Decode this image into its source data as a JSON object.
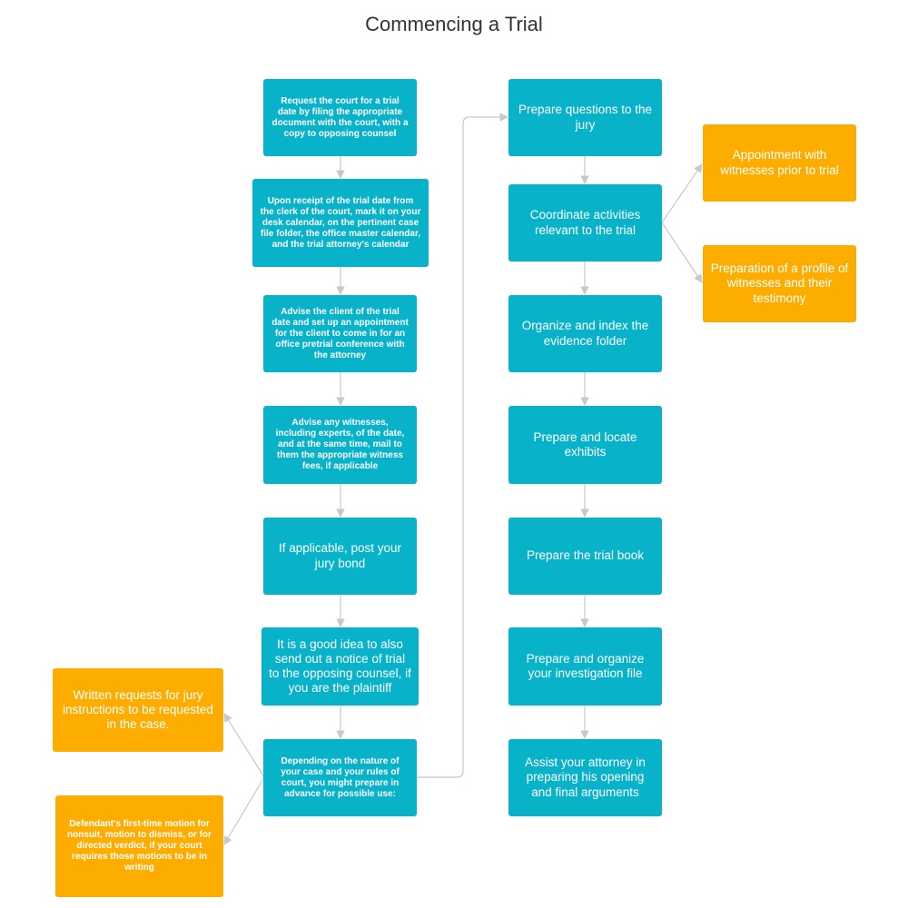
{
  "title": "Commencing a Trial",
  "colors": {
    "step": "#08b2c9",
    "note": "#fdad00",
    "connector": "#c8c8c8"
  },
  "left_column": [
    "Request the court for a trial date  by filing the appropriate document with the court, with a copy to opposing counsel",
    "Upon receipt of the trial date from the clerk of the court, mark it on your desk calendar, on the pertinent case file folder, the office master calendar, and the trial attorney's calendar",
    "Advise the client of the trial date and set up an appointment for the client to come in for an office pretrial conference with the attorney",
    "Advise any witnesses, including experts, of the date, and at the same time, mail to them the appropriate witness fees, if applicable",
    "If applicable, post your jury bond",
    "It is a good idea to also send out a notice of trial to the opposing counsel, if you are the plaintiff",
    "Depending on the nature of your case and your rules of court, you might prepare in advance for possible use:"
  ],
  "left_notes": [
    "Written requests for jury instructions to be requested in the case.",
    "Defendant's first-time motion for nonsuit, motion to dismiss, or for directed verdict, if your court requires those motions to be in writing"
  ],
  "right_column": [
    "Prepare questions to the jury",
    "Coordinate activities relevant to the trial",
    "Organize and index the evidence folder",
    "Prepare and locate exhibits",
    "Prepare the trial book",
    "Prepare and organize your investigation file",
    "Assist your attorney in preparing his opening and final arguments"
  ],
  "right_notes": [
    "Appointment with witnesses prior to trial",
    "Preparation of a profile of witnesses and their testimony"
  ]
}
